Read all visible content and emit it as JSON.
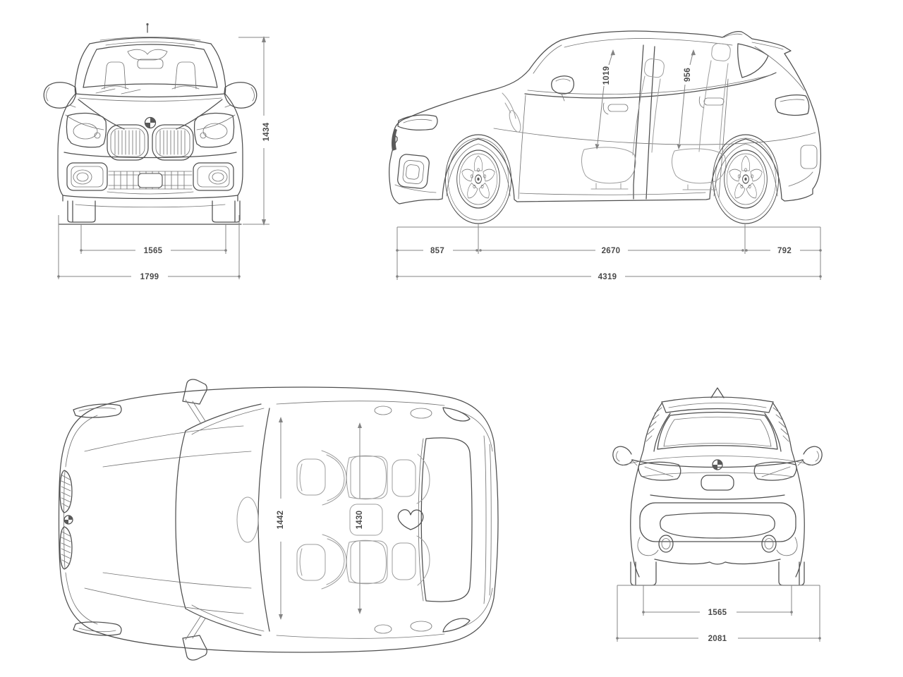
{
  "title": "Four-view vehicle dimension blueprint (hatchback)",
  "units": "mm",
  "colors": {
    "background": "#ffffff",
    "car_line": "#4f4f4f",
    "interior_line": "#9d9d9d",
    "dimension_line": "#848484",
    "label_text": "#4a4a4a"
  },
  "views": {
    "front": {
      "name": "front-view",
      "labels": {
        "overall_height": "1434",
        "track_width": "1565",
        "body_width": "1799"
      }
    },
    "side": {
      "name": "side-view",
      "labels": {
        "headroom_front": "1019",
        "headroom_rear": "956",
        "front_overhang": "857",
        "wheelbase": "2670",
        "rear_overhang": "792",
        "overall_length": "4319"
      }
    },
    "top": {
      "name": "top-view",
      "labels": {
        "cabin_width_front": "1442",
        "cabin_width_rear": "1430"
      }
    },
    "rear": {
      "name": "rear-view",
      "labels": {
        "track_width": "1565",
        "width_incl_mirrors": "2081"
      }
    }
  }
}
